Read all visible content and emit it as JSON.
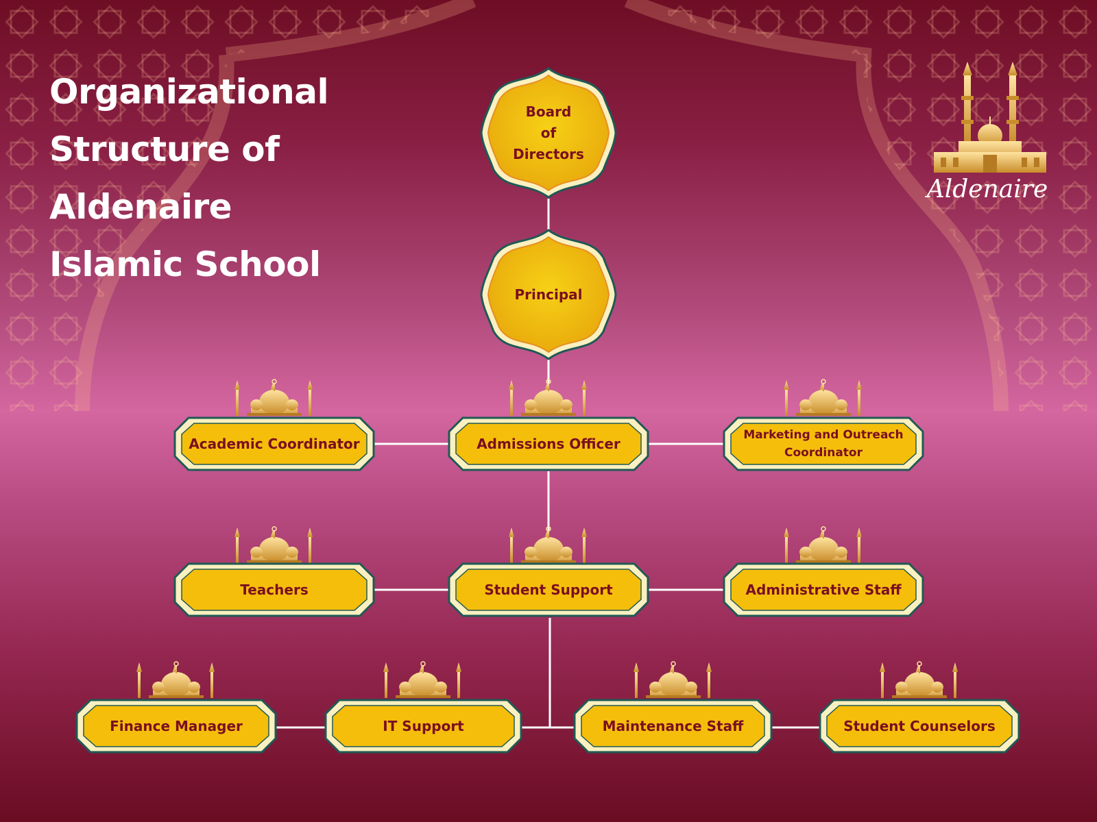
{
  "title": {
    "line1": "Organizational",
    "line2": "Structure of",
    "line3": "Aldenaire",
    "line4": "Islamic School"
  },
  "brand": {
    "name": "Aldenaire",
    "logo_icon": "mosque-logo-icon"
  },
  "colors": {
    "background_top": "#6e0d24",
    "background_mid": "#d466a0",
    "node_fill": "#f5be0b",
    "node_border": "#1f5a55",
    "node_rim": "#fbf0c0",
    "text": "#7a0f20",
    "connector": "#ffffff"
  },
  "nodes": {
    "board": {
      "line1": "Board",
      "line2": "of",
      "line3": "Directors"
    },
    "principal": {
      "label": "Principal"
    },
    "academic_coordinator": {
      "label": "Academic Coordinator"
    },
    "admissions_officer": {
      "label": "Admissions Officer"
    },
    "marketing_coordinator": {
      "line1": "Marketing and Outreach",
      "line2": "Coordinator"
    },
    "teachers": {
      "label": "Teachers"
    },
    "student_support": {
      "label": "Student Support"
    },
    "administrative_staff": {
      "label": "Administrative Staff"
    },
    "finance_manager": {
      "label": "Finance Manager"
    },
    "it_support": {
      "label": "IT Support"
    },
    "maintenance_staff": {
      "label": "Maintenance Staff"
    },
    "student_counselors": {
      "label": "Student Counselors"
    }
  },
  "decor_icon": "mosque-icon"
}
